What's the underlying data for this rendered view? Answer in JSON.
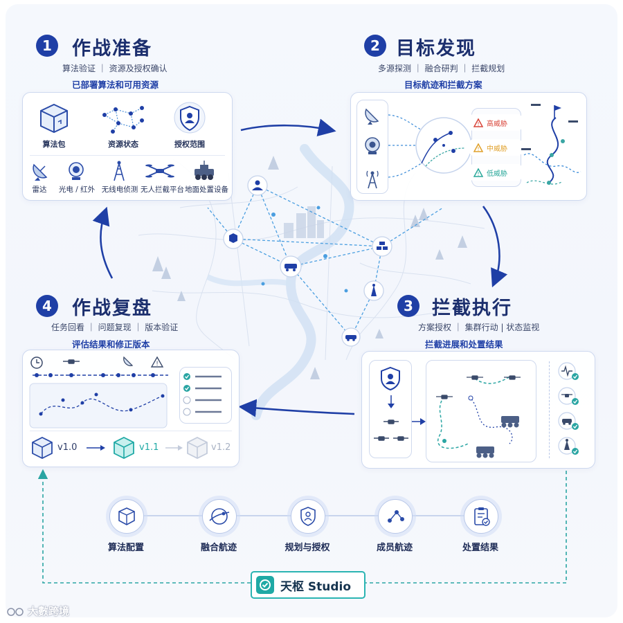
{
  "stages": [
    {
      "number": "1",
      "title": "作战准备",
      "subtitle": "算法验证 ｜ 资源及授权确认",
      "caption": "已部署算法和可用资源"
    },
    {
      "number": "2",
      "title": "目标发现",
      "subtitle": "多源探测 ｜ 融合研判 ｜ 拦截规划",
      "caption": "目标航迹和拦截方案"
    },
    {
      "number": "3",
      "title": "拦截执行",
      "subtitle": "方案授权 ｜ 集群行动 | 状态监视",
      "caption": "拦截进展和处置结果"
    },
    {
      "number": "4",
      "title": "作战复盘",
      "subtitle": "任务回看 ｜ 问题复现 ｜ 版本验证",
      "caption": "评估结果和修正版本"
    }
  ],
  "prep": {
    "top_items": [
      "算法包",
      "资源状态",
      "授权范围"
    ],
    "bottom_items": [
      "雷达",
      "光电 / 红外",
      "无线电侦测",
      "无人拦截平台",
      "地面处置设备"
    ]
  },
  "threats": [
    {
      "label": "高威胁",
      "color": "#d9463a"
    },
    {
      "label": "中威胁",
      "color": "#e0a02a"
    },
    {
      "label": "低威胁",
      "color": "#2aa89a"
    }
  ],
  "versions": [
    "v1.0",
    "v1.1",
    "v1.2"
  ],
  "tools": [
    "算法配置",
    "融合航迹",
    "规划与授权",
    "成员航迹",
    "处置结果"
  ],
  "studio": {
    "label": "天枢 Studio"
  },
  "watermark": "大數跨境",
  "colors": {
    "primary": "#1f3fa6",
    "teal": "#2ab4b2",
    "panel_border": "#cdd8ef"
  }
}
